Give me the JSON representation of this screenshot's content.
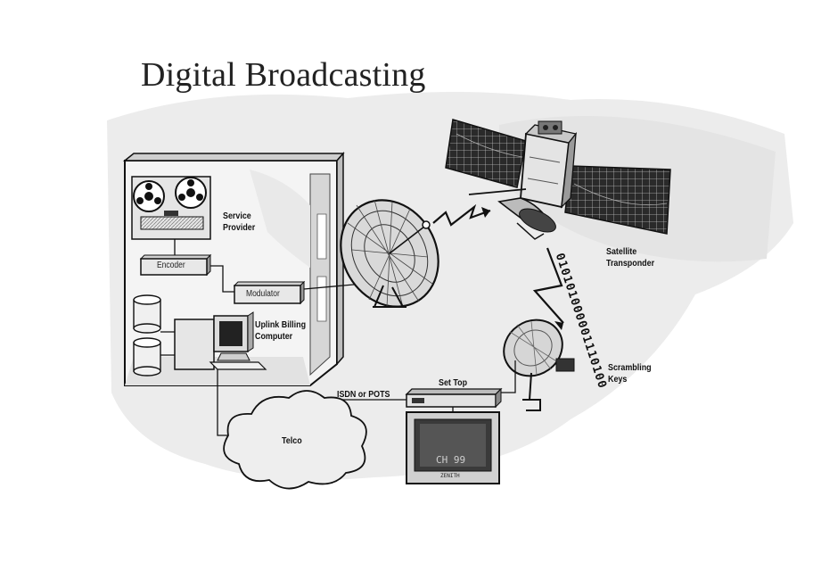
{
  "title": "Digital Broadcasting",
  "labels": {
    "service_provider": [
      "Service",
      "Provider"
    ],
    "encoder": "Encoder",
    "modulator": "Modulator",
    "uplink_billing_computer": [
      "Uplink Billing",
      "Computer"
    ],
    "satellite_transponder": [
      "Satellite",
      "Transponder"
    ],
    "scrambling_keys": [
      "Scrambling",
      "Keys"
    ],
    "set_top": "Set Top",
    "isdn_or_pots": "ISDN or POTS",
    "telco": "Telco",
    "tv_channel": "CH 99",
    "tv_brand": "ZENITH"
  },
  "bitstream": "010101000001110100",
  "colors": {
    "ink": "#111111",
    "paper": "#ffffff",
    "shade": "#d8d8d8"
  }
}
